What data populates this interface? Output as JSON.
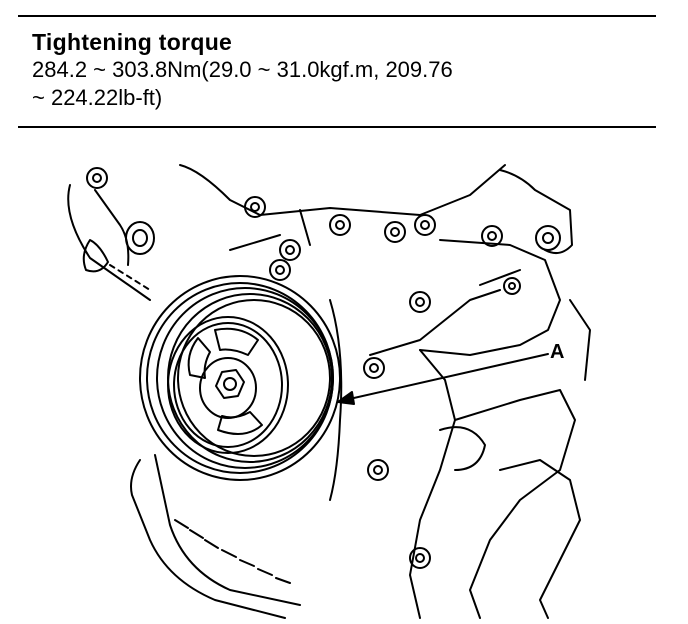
{
  "spec": {
    "title": "Tightening torque",
    "line1": "284.2 ~ 303.8Nm(29.0 ~ 31.0kgf.m, 209.76",
    "line2": "~ 224.22lb-ft)"
  },
  "figure": {
    "callout_label": "A",
    "stroke_color": "#000000",
    "background_color": "#ffffff"
  }
}
